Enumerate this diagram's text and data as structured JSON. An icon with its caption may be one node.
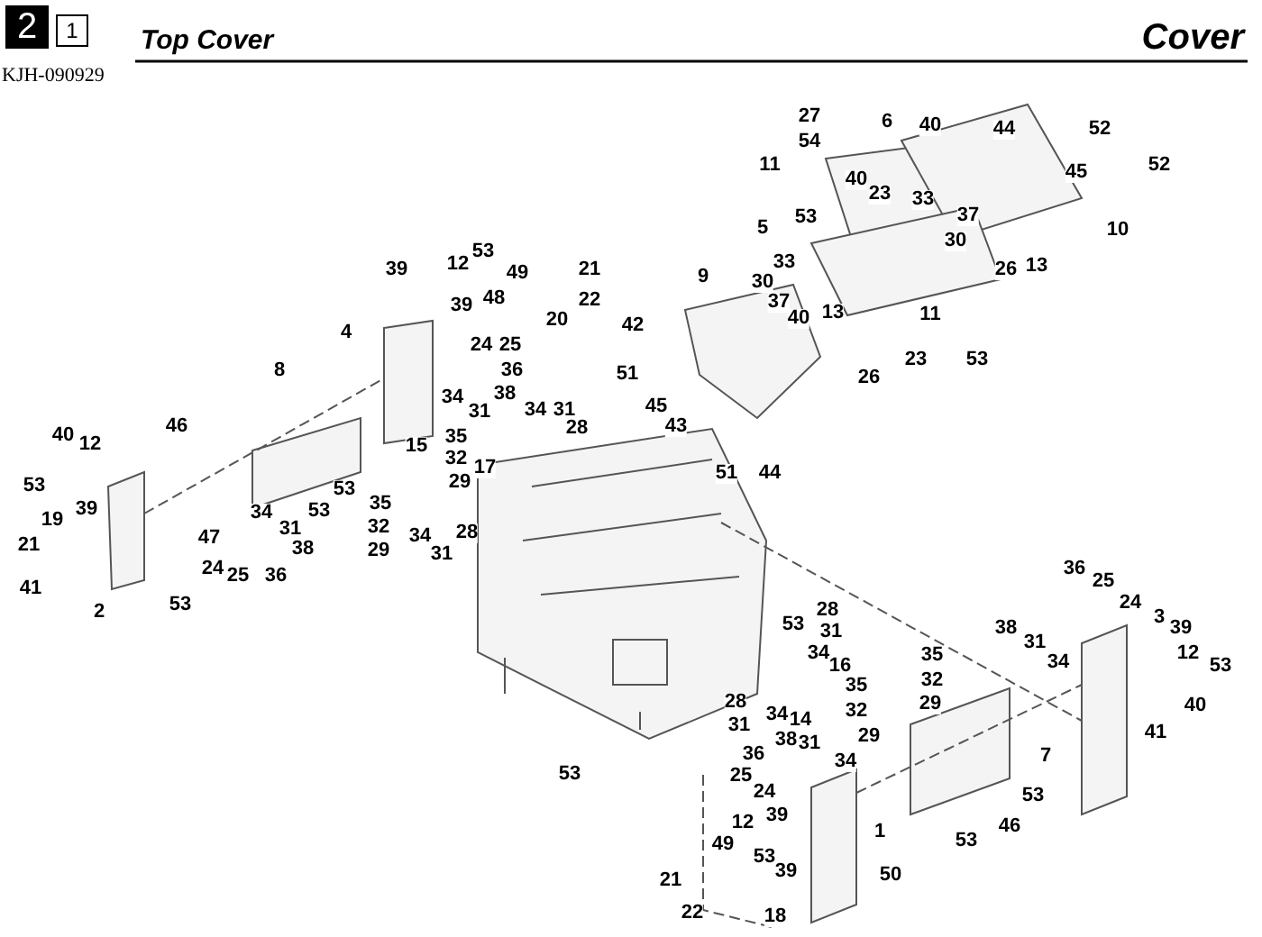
{
  "diagram": {
    "title": "Top Cover",
    "labels": [
      "2",
      "1",
      "KJH-090929",
      "Cover",
      "27",
      "54",
      "6",
      "40",
      "44",
      "52",
      "11",
      "40",
      "23",
      "33",
      "37",
      "52",
      "45",
      "5",
      "53",
      "30",
      "10",
      "26",
      "13",
      "33",
      "9",
      "30",
      "37",
      "40",
      "13",
      "42",
      "11",
      "23",
      "26",
      "53",
      "51",
      "45",
      "43",
      "51",
      "44",
      "39",
      "12",
      "53",
      "49",
      "21",
      "39",
      "48",
      "22",
      "20",
      "4",
      "24",
      "25",
      "36",
      "38",
      "34",
      "31",
      "8",
      "46",
      "34",
      "31",
      "28",
      "35",
      "32",
      "17",
      "15",
      "29",
      "40",
      "12",
      "53",
      "39",
      "19",
      "21",
      "41",
      "2",
      "47",
      "53",
      "34",
      "31",
      "38",
      "24",
      "25",
      "36",
      "53",
      "53",
      "35",
      "32",
      "29",
      "34",
      "31",
      "28",
      "53",
      "53",
      "28",
      "31",
      "34",
      "16",
      "35",
      "32",
      "29",
      "28",
      "31",
      "34",
      "14",
      "35",
      "32",
      "29",
      "38",
      "31",
      "36",
      "34",
      "25",
      "24",
      "39",
      "12",
      "49",
      "53",
      "39",
      "1",
      "50",
      "21",
      "22",
      "18",
      "7",
      "53",
      "46",
      "53",
      "36",
      "25",
      "24",
      "3",
      "39",
      "38",
      "31",
      "34",
      "12",
      "53",
      "40",
      "41"
    ]
  }
}
